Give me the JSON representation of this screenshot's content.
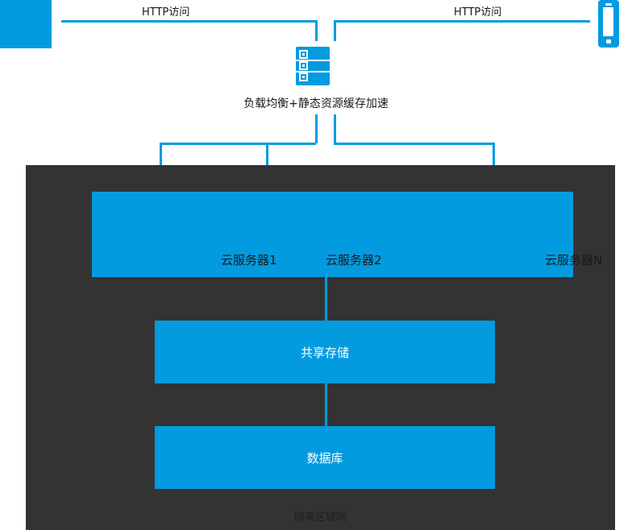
{
  "diagram": {
    "title_label": "负载均衡+静态资源缓存加速",
    "zone_label": "隔离区域网",
    "colors": {
      "accent_blue": "#039BE0",
      "zone_dark": "#333333",
      "text_dark": "#1a1a1a",
      "text_light": "#ffffff"
    }
  },
  "clients": {
    "pc": {
      "icon": "desktop-pc-icon",
      "connection_label": "HTTP访问"
    },
    "mobile": {
      "icon": "mobile-phone-icon",
      "connection_label": "HTTP访问"
    }
  },
  "load_balancer": {
    "icon": "server-rack-icon",
    "label": "负载均衡+静态资源缓存加速"
  },
  "servers": {
    "items": [
      {
        "label": "云服务器1"
      },
      {
        "label": "云服务器2"
      },
      {
        "label": "云服务器N"
      }
    ]
  },
  "storage": {
    "label": "共享存储"
  },
  "database": {
    "label": "数据库"
  },
  "zone": {
    "label": "隔离区域网"
  }
}
